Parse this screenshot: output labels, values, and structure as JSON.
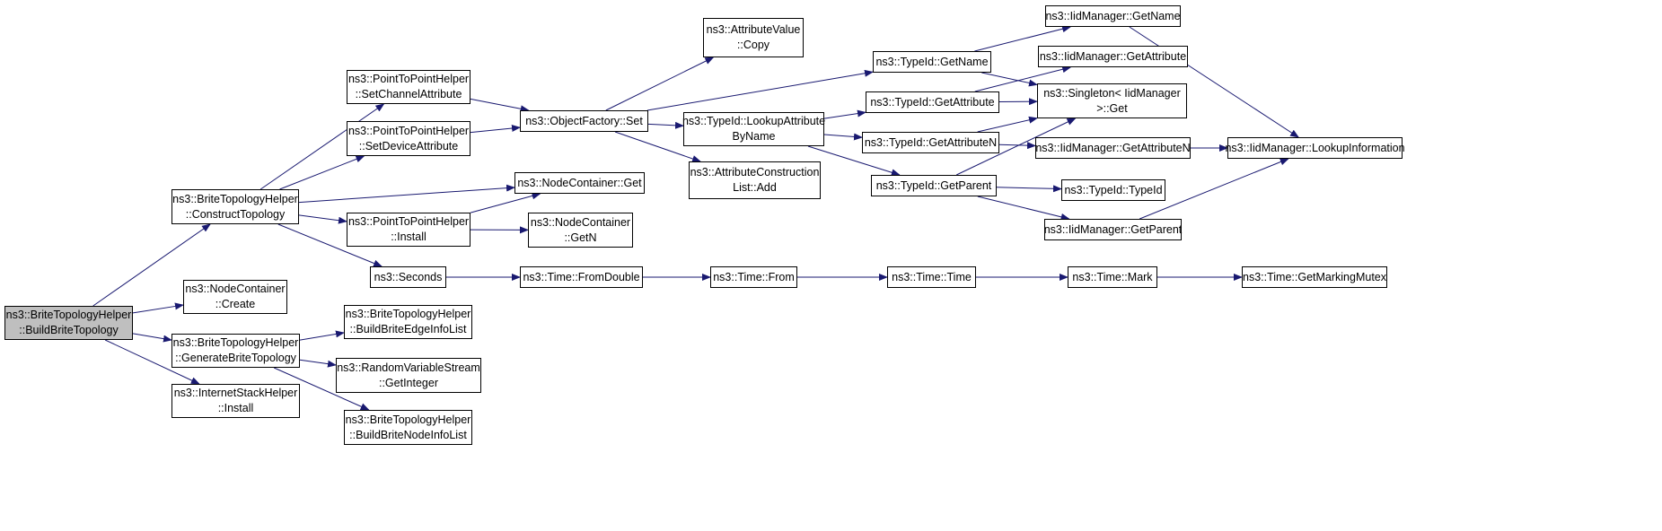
{
  "colors": {
    "edge": "#191970",
    "root_fill": "#bfbfbf",
    "node_fill": "#ffffff",
    "border": "#000000"
  },
  "nodes": [
    {
      "id": "root",
      "lines": [
        "ns3::BriteTopologyHelper",
        "::BuildBriteTopology"
      ],
      "root": true
    },
    {
      "id": "construct",
      "lines": [
        "ns3::BriteTopologyHelper",
        "::ConstructTopology"
      ]
    },
    {
      "id": "nc_create",
      "lines": [
        "ns3::NodeContainer",
        "::Create"
      ]
    },
    {
      "id": "generate",
      "lines": [
        "ns3::BriteTopologyHelper",
        "::GenerateBriteTopology"
      ]
    },
    {
      "id": "ish_install",
      "lines": [
        "ns3::InternetStackHelper",
        "::Install"
      ]
    },
    {
      "id": "p2p_chan",
      "lines": [
        "ns3::PointToPointHelper",
        "::SetChannelAttribute"
      ]
    },
    {
      "id": "p2p_dev",
      "lines": [
        "ns3::PointToPointHelper",
        "::SetDeviceAttribute"
      ]
    },
    {
      "id": "p2p_install",
      "lines": [
        "ns3::PointToPointHelper",
        "::Install"
      ]
    },
    {
      "id": "seconds",
      "lines": [
        "ns3::Seconds"
      ]
    },
    {
      "id": "edge_list",
      "lines": [
        "ns3::BriteTopologyHelper",
        "::BuildBriteEdgeInfoList"
      ]
    },
    {
      "id": "rvs",
      "lines": [
        "ns3::RandomVariableStream",
        "::GetInteger"
      ]
    },
    {
      "id": "node_list",
      "lines": [
        "ns3::BriteTopologyHelper",
        "::BuildBriteNodeInfoList"
      ]
    },
    {
      "id": "of_set",
      "lines": [
        "ns3::ObjectFactory::Set"
      ]
    },
    {
      "id": "nc_get",
      "lines": [
        "ns3::NodeContainer::Get"
      ]
    },
    {
      "id": "nc_getn",
      "lines": [
        "ns3::NodeContainer",
        "::GetN"
      ]
    },
    {
      "id": "from_double",
      "lines": [
        "ns3::Time::FromDouble"
      ]
    },
    {
      "id": "av_copy",
      "lines": [
        "ns3::AttributeValue",
        "::Copy"
      ]
    },
    {
      "id": "lookup_attr",
      "lines": [
        "ns3::TypeId::LookupAttribute",
        "ByName"
      ]
    },
    {
      "id": "acl_add",
      "lines": [
        "ns3::AttributeConstruction",
        "List::Add"
      ]
    },
    {
      "id": "time_from",
      "lines": [
        "ns3::Time::From"
      ]
    },
    {
      "id": "tid_getname",
      "lines": [
        "ns3::TypeId::GetName"
      ]
    },
    {
      "id": "tid_getattr",
      "lines": [
        "ns3::TypeId::GetAttribute"
      ]
    },
    {
      "id": "tid_getattrn",
      "lines": [
        "ns3::TypeId::GetAttributeN"
      ]
    },
    {
      "id": "tid_getparent",
      "lines": [
        "ns3::TypeId::GetParent"
      ]
    },
    {
      "id": "time_time",
      "lines": [
        "ns3::Time::Time"
      ]
    },
    {
      "id": "iid_getname",
      "lines": [
        "ns3::IidManager::GetName"
      ]
    },
    {
      "id": "iid_getattr",
      "lines": [
        "ns3::IidManager::GetAttribute"
      ]
    },
    {
      "id": "singleton",
      "lines": [
        "ns3::Singleton< IidManager",
        ">::Get"
      ]
    },
    {
      "id": "iid_getattrn",
      "lines": [
        "ns3::IidManager::GetAttributeN"
      ]
    },
    {
      "id": "tid_typeid",
      "lines": [
        "ns3::TypeId::TypeId"
      ]
    },
    {
      "id": "iid_getparent",
      "lines": [
        "ns3::IidManager::GetParent"
      ]
    },
    {
      "id": "time_mark",
      "lines": [
        "ns3::Time::Mark"
      ]
    },
    {
      "id": "iid_lookup",
      "lines": [
        "ns3::IidManager::LookupInformation"
      ]
    },
    {
      "id": "time_mutex",
      "lines": [
        "ns3::Time::GetMarkingMutex"
      ]
    }
  ],
  "edges": [
    [
      "root",
      "construct"
    ],
    [
      "root",
      "nc_create"
    ],
    [
      "root",
      "generate"
    ],
    [
      "root",
      "ish_install"
    ],
    [
      "construct",
      "p2p_chan"
    ],
    [
      "construct",
      "p2p_dev"
    ],
    [
      "construct",
      "nc_get"
    ],
    [
      "construct",
      "p2p_install"
    ],
    [
      "construct",
      "seconds"
    ],
    [
      "generate",
      "edge_list"
    ],
    [
      "generate",
      "rvs"
    ],
    [
      "generate",
      "node_list"
    ],
    [
      "p2p_chan",
      "of_set"
    ],
    [
      "p2p_dev",
      "of_set"
    ],
    [
      "p2p_install",
      "nc_get"
    ],
    [
      "p2p_install",
      "nc_getn"
    ],
    [
      "seconds",
      "from_double"
    ],
    [
      "of_set",
      "av_copy"
    ],
    [
      "of_set",
      "tid_getname"
    ],
    [
      "of_set",
      "lookup_attr"
    ],
    [
      "of_set",
      "acl_add"
    ],
    [
      "from_double",
      "time_from"
    ],
    [
      "lookup_attr",
      "tid_getattr"
    ],
    [
      "lookup_attr",
      "tid_getattrn"
    ],
    [
      "lookup_attr",
      "tid_getparent"
    ],
    [
      "time_from",
      "time_time"
    ],
    [
      "tid_getname",
      "iid_getname"
    ],
    [
      "tid_getname",
      "singleton"
    ],
    [
      "tid_getattr",
      "iid_getattr"
    ],
    [
      "tid_getattr",
      "singleton"
    ],
    [
      "tid_getattrn",
      "singleton"
    ],
    [
      "tid_getattrn",
      "iid_getattrn"
    ],
    [
      "tid_getparent",
      "singleton"
    ],
    [
      "tid_getparent",
      "tid_typeid"
    ],
    [
      "tid_getparent",
      "iid_getparent"
    ],
    [
      "time_time",
      "time_mark"
    ],
    [
      "iid_getname",
      "iid_lookup"
    ],
    [
      "iid_getattrn",
      "iid_lookup"
    ],
    [
      "iid_getparent",
      "iid_lookup"
    ],
    [
      "time_mark",
      "time_mutex"
    ]
  ]
}
